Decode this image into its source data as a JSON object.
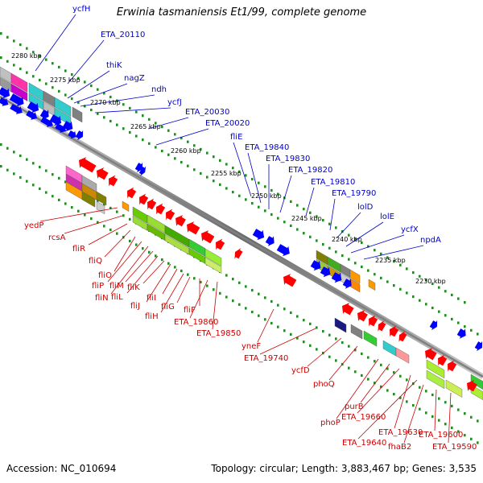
{
  "title": "Erwinia tasmaniensis Et1/99, complete genome",
  "footer": {
    "accession": "Accession: NC_010694",
    "topology": "Topology: circular; Length: 3,883,467 bp; Genes: 3,535"
  },
  "scale_labels": [
    "2280 kbp",
    "2275 kbp",
    "2270 kbp",
    "2265 kbp",
    "2260 kbp",
    "2255 kbp",
    "2250 kbp",
    "2245 kbp",
    "2240 kbp",
    "2235 kbp",
    "2230 kbp"
  ],
  "forward_labels": [
    "ycfH",
    "ETA_20110",
    "thiK",
    "nagZ",
    "ndh",
    "ycfJ",
    "ETA_20030",
    "ETA_20020",
    "fliE",
    "ETA_19840",
    "ETA_19830",
    "ETA_19820",
    "ETA_19810",
    "ETA_19790",
    "lolD",
    "lolE",
    "ycfX",
    "npdA"
  ],
  "reverse_labels": [
    "yedP",
    "rcsA",
    "fliR",
    "fliQ",
    "fliO",
    "fliP",
    "fliN",
    "fliM",
    "fliL",
    "fliK",
    "fliJ",
    "fliI",
    "fliH",
    "fliG",
    "fliF",
    "ETA_19860",
    "ETA_19850",
    "yneF",
    "ETA_19740",
    "ycfD",
    "phoQ",
    "phoP",
    "purB",
    "ETA_19660",
    "ETA_19630",
    "ETA_19640",
    "fhaB2",
    "ETA_19600",
    "ETA_19590"
  ],
  "colors": {
    "forward_label": "#0000cc",
    "reverse_label": "#cc0000",
    "forward_gene": "#0000ff",
    "reverse_gene": "#ff0000",
    "gc_tick": "#228B22",
    "backbone": "#808080"
  }
}
